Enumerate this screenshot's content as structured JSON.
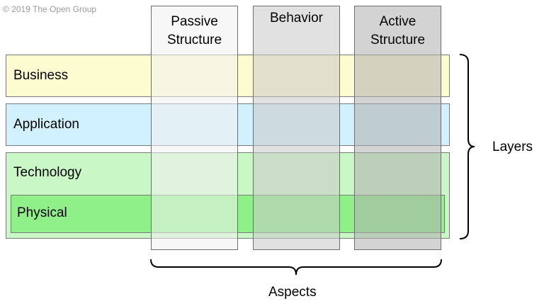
{
  "copyright": "© 2019 The Open Group",
  "layers": [
    {
      "id": "business",
      "label": "Business",
      "color": "#fdfcd0"
    },
    {
      "id": "application",
      "label": "Application",
      "color": "#d2f1fe"
    },
    {
      "id": "technology",
      "label": "Technology",
      "color": "#c9f7c5"
    },
    {
      "id": "physical",
      "label": "Physical",
      "color": "#8ff08a"
    }
  ],
  "aspects": [
    {
      "id": "passive-structure",
      "label": "Passive\nStructure",
      "color": "#f0f0f0"
    },
    {
      "id": "behavior",
      "label": "Behavior",
      "color": "#d4d4d4"
    },
    {
      "id": "active-structure",
      "label": "Active\nStructure",
      "color": "#b9b9b9"
    }
  ],
  "layers_label": "Layers",
  "aspects_label": "Aspects"
}
